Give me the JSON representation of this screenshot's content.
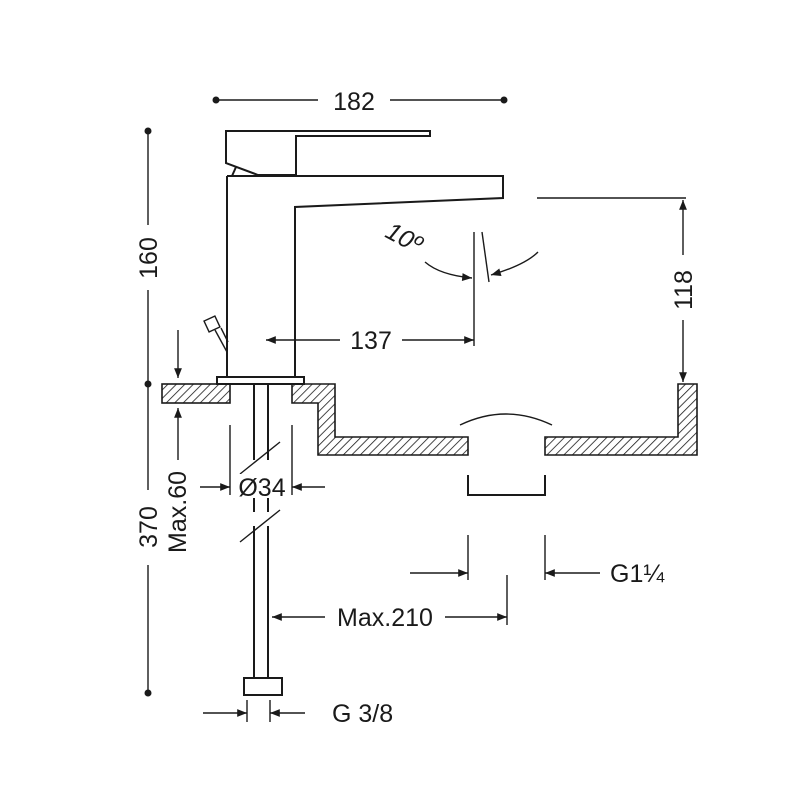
{
  "title": "Basin mixer dimension drawing",
  "dimensions": {
    "overall_width": "182",
    "overall_height": "160",
    "spout_reach": "137",
    "spout_height": "118",
    "spout_angle": "10º",
    "hose_length": "370",
    "max_counter_thickness": "Max.60",
    "hole_diameter": "Ø34",
    "drain_thread": "G1¼",
    "max_drain_distance": "Max.210",
    "hose_thread": "G 3/8"
  }
}
